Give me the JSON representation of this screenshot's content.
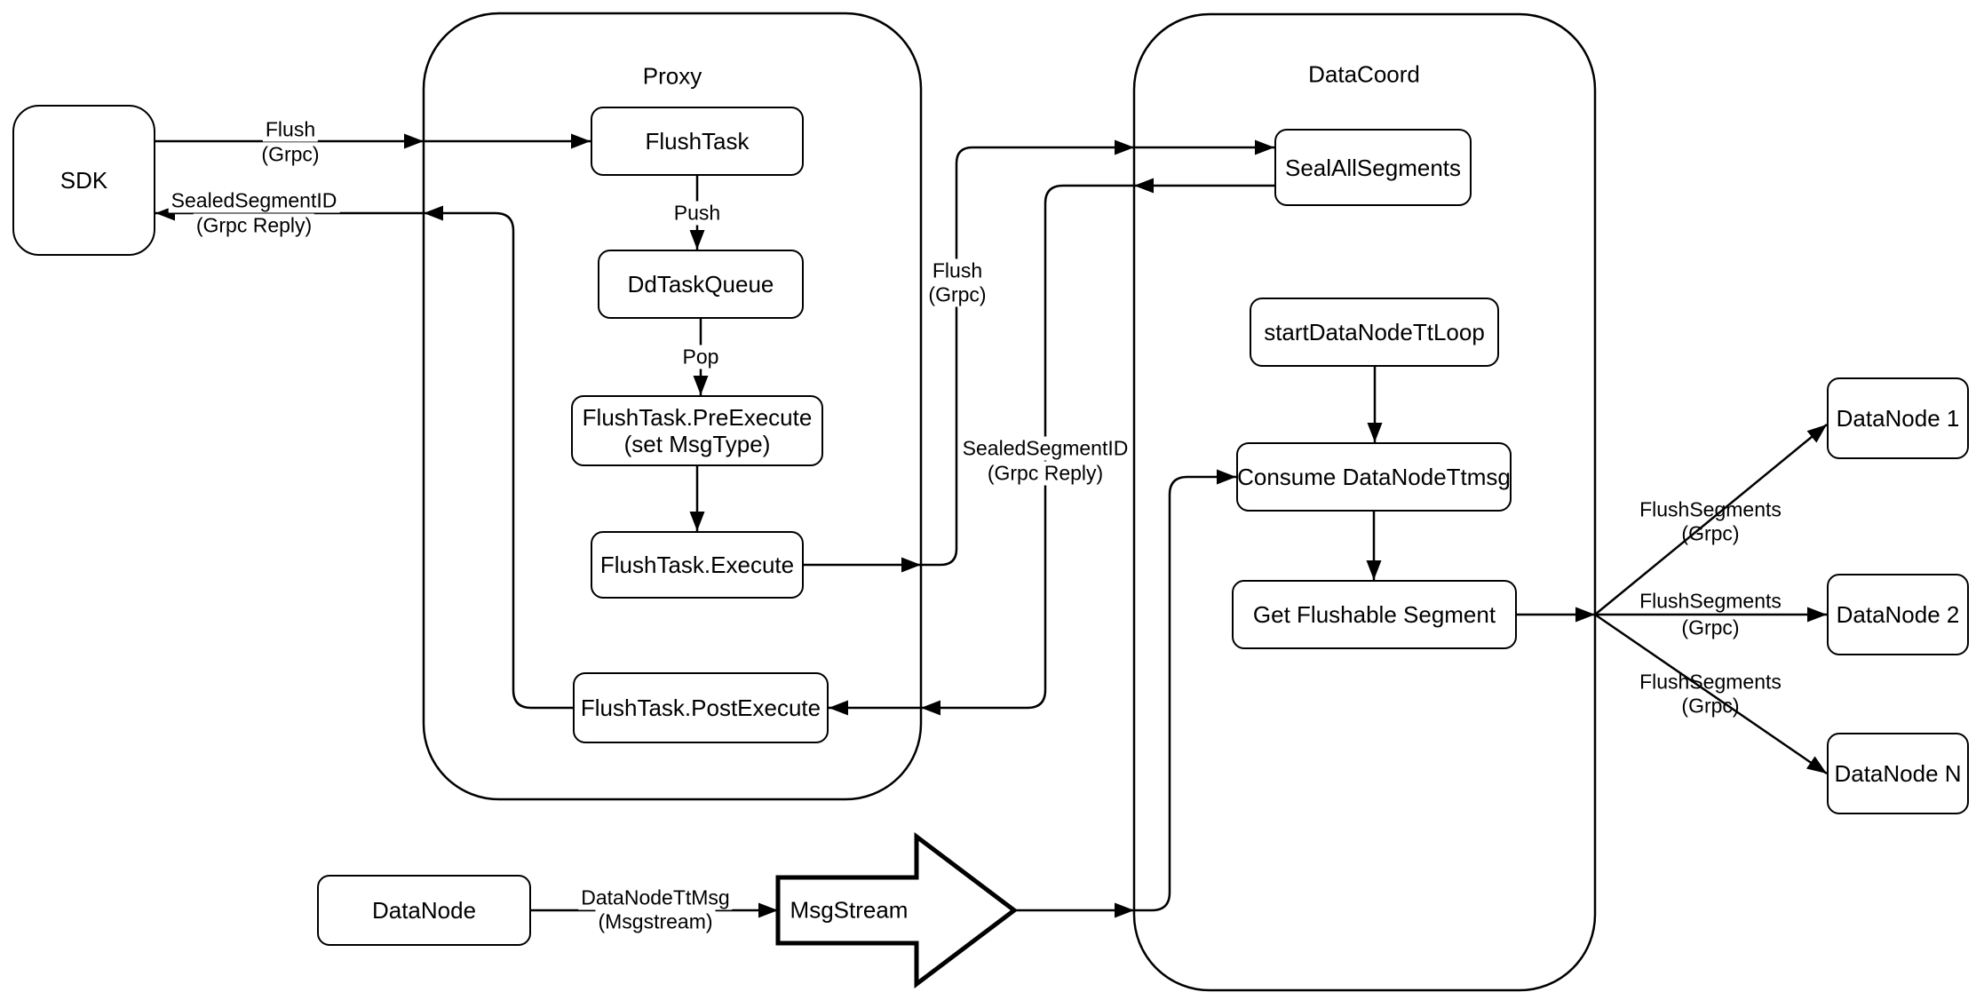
{
  "containers": {
    "proxy": {
      "label": "Proxy"
    },
    "datacoord": {
      "label": "DataCoord"
    }
  },
  "nodes": {
    "sdk": {
      "label": "SDK"
    },
    "flush_task": {
      "label": "FlushTask"
    },
    "dd_task_queue": {
      "label": "DdTaskQueue"
    },
    "pre_execute": {
      "line1": "FlushTask.PreExecute",
      "line2": "(set MsgType)"
    },
    "execute": {
      "label": "FlushTask.Execute"
    },
    "post_execute": {
      "label": "FlushTask.PostExecute"
    },
    "seal_all_segments": {
      "label": "SealAllSegments"
    },
    "start_datanode_tt_loop": {
      "label": "startDataNodeTtLoop"
    },
    "consume_datanode_ttmsg": {
      "label": "Consume DataNodeTtmsg"
    },
    "get_flushable_segment": {
      "label": "Get Flushable Segment"
    },
    "datanode_1": {
      "label": "DataNode 1"
    },
    "datanode_2": {
      "label": "DataNode 2"
    },
    "datanode_n": {
      "label": "DataNode N"
    },
    "datanode_source": {
      "label": "DataNode"
    },
    "msgstream": {
      "label": "MsgStream"
    }
  },
  "edge_labels": {
    "flush_sdk": {
      "line1": "Flush",
      "line2": "(Grpc)"
    },
    "sealed_sdk": {
      "line1": "SealedSegmentID",
      "line2": "(Grpc Reply)"
    },
    "push": {
      "label": "Push"
    },
    "pop": {
      "label": "Pop"
    },
    "flush_mid": {
      "line1": "Flush",
      "line2": "(Grpc)"
    },
    "sealed_mid": {
      "line1": "SealedSegmentID",
      "line2": "(Grpc Reply)"
    },
    "datanode_tt_msg": {
      "line1": "DataNodeTtMsg",
      "line2": "(Msgstream)"
    },
    "flush_segments_1": {
      "line1": "FlushSegments",
      "line2": "(Grpc)"
    },
    "flush_segments_2": {
      "line1": "FlushSegments",
      "line2": "(Grpc)"
    },
    "flush_segments_3": {
      "line1": "FlushSegments",
      "line2": "(Grpc)"
    }
  },
  "colors": {
    "stroke": "#000000",
    "background": "#ffffff",
    "node_fill": "#ffffff"
  }
}
